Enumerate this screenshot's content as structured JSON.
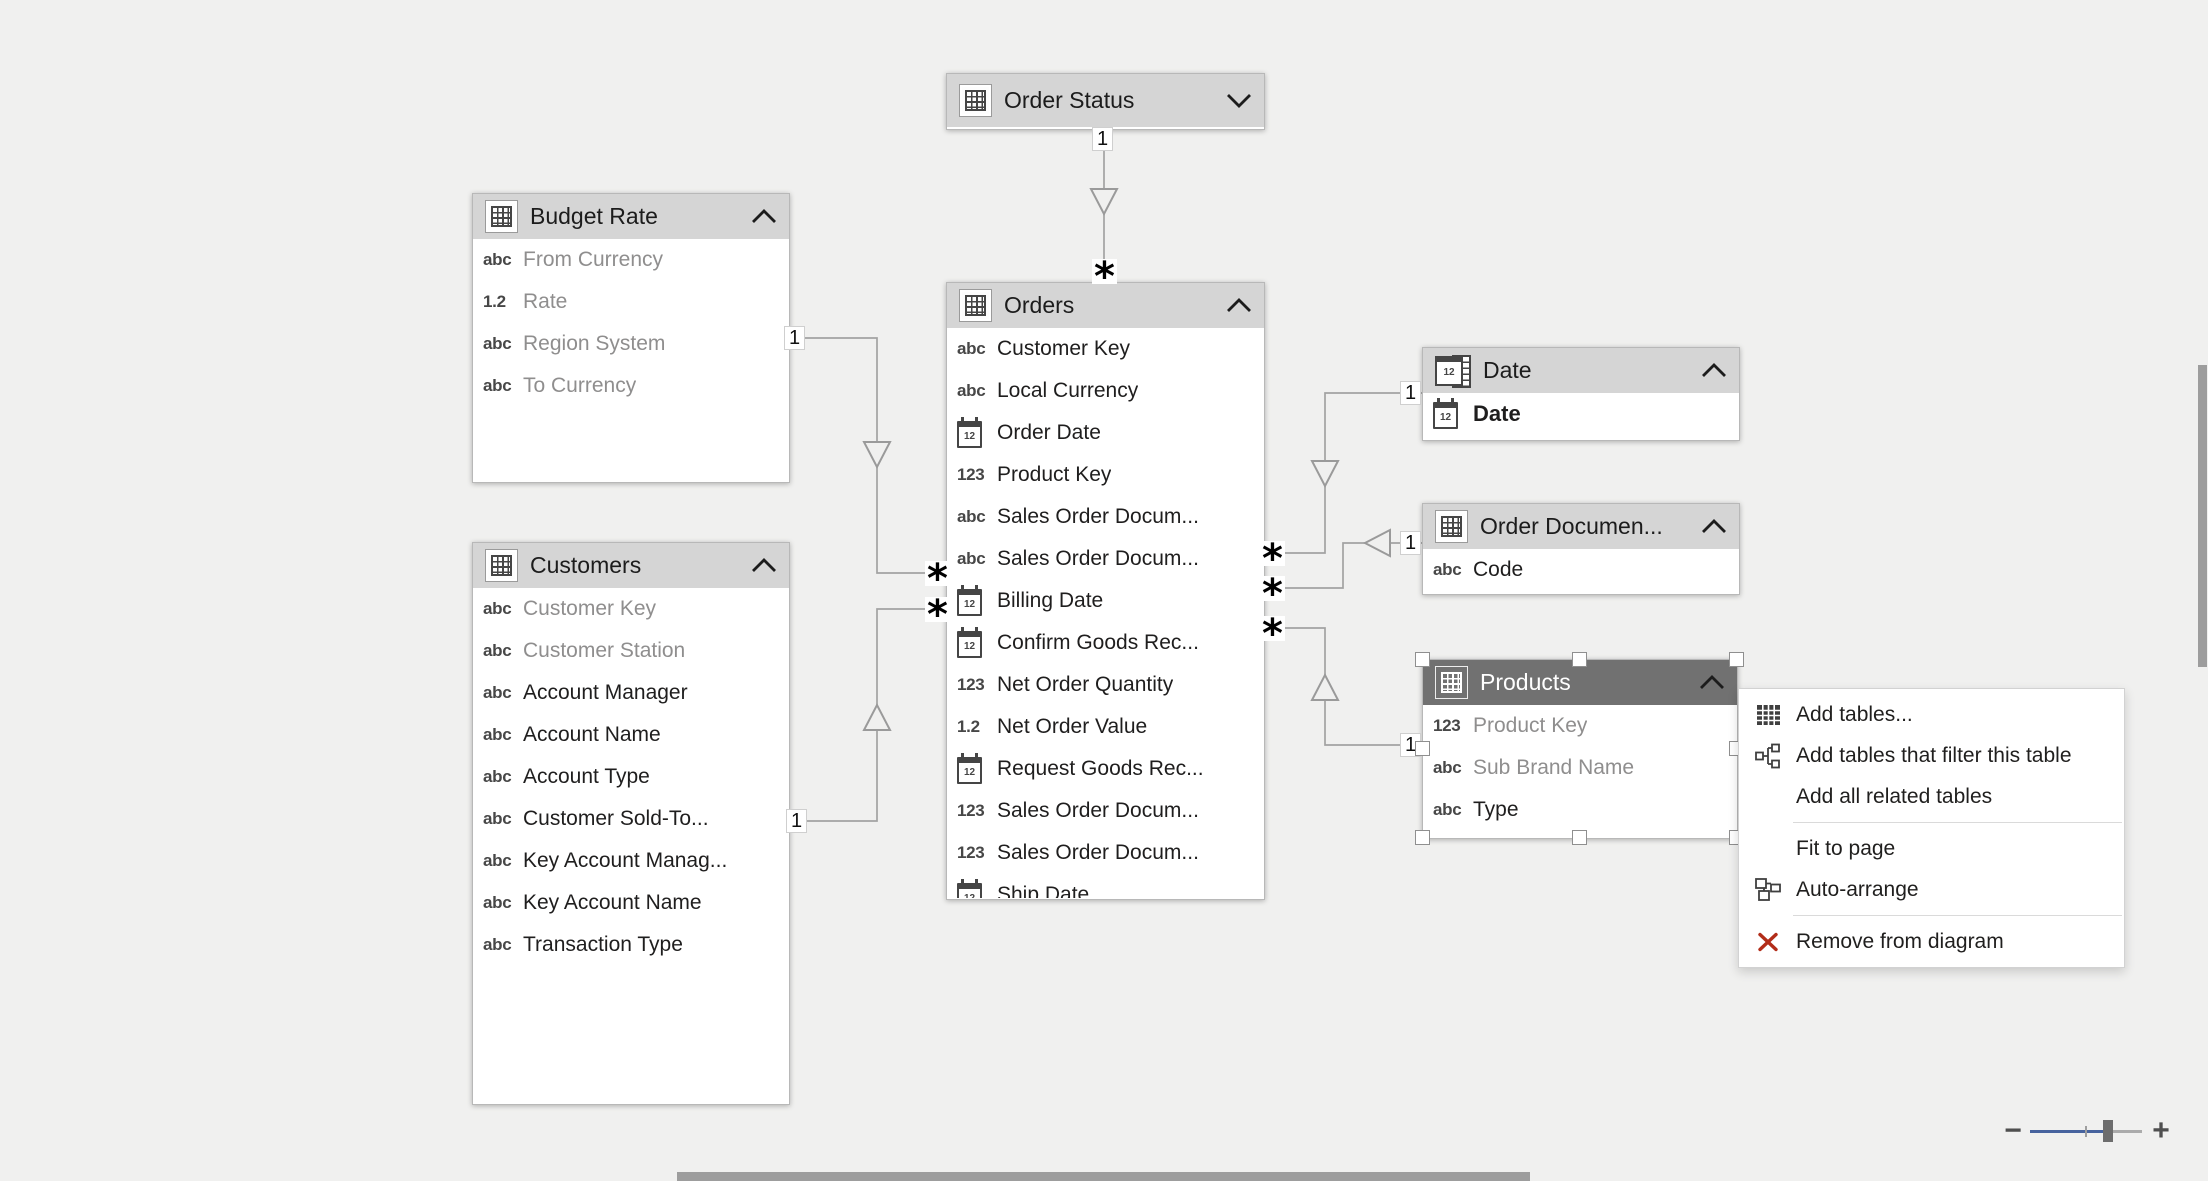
{
  "labels": {
    "one": "1",
    "many": "*"
  },
  "icons": {
    "calendar_text": "12"
  },
  "tables": {
    "order_status": {
      "title": "Order Status"
    },
    "budget_rate": {
      "title": "Budget Rate",
      "fields": [
        {
          "icon": "abc",
          "name": "From Currency"
        },
        {
          "icon": "1.2",
          "name": "Rate"
        },
        {
          "icon": "abc",
          "name": "Region System"
        },
        {
          "icon": "abc",
          "name": "To Currency"
        }
      ]
    },
    "customers": {
      "title": "Customers",
      "fields": [
        {
          "icon": "abc",
          "name": "Customer Key"
        },
        {
          "icon": "abc",
          "name": "Customer Station"
        },
        {
          "icon": "abc",
          "name": "Account Manager"
        },
        {
          "icon": "abc",
          "name": "Account Name"
        },
        {
          "icon": "abc",
          "name": "Account Type"
        },
        {
          "icon": "abc",
          "name": "Customer Sold-To..."
        },
        {
          "icon": "abc",
          "name": "Key Account Manag..."
        },
        {
          "icon": "abc",
          "name": "Key Account Name"
        },
        {
          "icon": "abc",
          "name": "Transaction Type"
        }
      ]
    },
    "orders": {
      "title": "Orders",
      "fields": [
        {
          "icon": "abc",
          "name": "Customer Key"
        },
        {
          "icon": "abc",
          "name": "Local Currency"
        },
        {
          "icon": "date",
          "name": "Order Date"
        },
        {
          "icon": "123",
          "name": "Product Key"
        },
        {
          "icon": "abc",
          "name": "Sales Order Docum..."
        },
        {
          "icon": "abc",
          "name": "Sales Order Docum..."
        },
        {
          "icon": "date",
          "name": "Billing Date"
        },
        {
          "icon": "date",
          "name": "Confirm Goods Rec..."
        },
        {
          "icon": "123",
          "name": "Net Order Quantity"
        },
        {
          "icon": "1.2",
          "name": "Net Order Value"
        },
        {
          "icon": "date",
          "name": "Request Goods Rec..."
        },
        {
          "icon": "123",
          "name": "Sales Order Docum..."
        },
        {
          "icon": "123",
          "name": "Sales Order Docum..."
        },
        {
          "icon": "date",
          "name": "Ship Date"
        }
      ]
    },
    "date": {
      "title": "Date",
      "fields": [
        {
          "icon": "date",
          "name": "Date"
        }
      ]
    },
    "order_documents": {
      "title": "Order Documen...",
      "fields": [
        {
          "icon": "abc",
          "name": "Code"
        }
      ]
    },
    "products": {
      "title": "Products",
      "fields": [
        {
          "icon": "123",
          "name": "Product Key"
        },
        {
          "icon": "abc",
          "name": "Sub Brand Name"
        },
        {
          "icon": "abc",
          "name": "Type"
        }
      ]
    }
  },
  "context_menu": {
    "items": [
      "Add tables...",
      "Add tables that filter this table",
      "Add all related tables",
      "Fit to page",
      "Auto-arrange",
      "Remove from diagram"
    ]
  },
  "zoom_control": {
    "minus": "−",
    "plus": "+"
  }
}
